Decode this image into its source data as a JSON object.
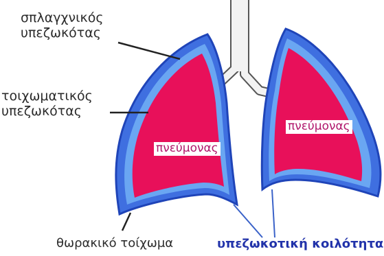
{
  "labels": {
    "visceral_pleura": "σπλαγχνικός\nυπεζωκότας",
    "parietal_pleura": "τοιχωματικός\nυπεζωκότας",
    "lung_left": "πνεύμονας",
    "lung_right": "πνεύμονας",
    "thoracic_wall": "θωρακικό τοίχωμα",
    "pleural_cavity": "υπεζωκοτική κοιλότητα"
  },
  "colors": {
    "lung_fill": "#e8105a",
    "pleura_blue": "#2a5ad8",
    "pleura_light": "#5aa0f0",
    "trachea_outline": "#555555",
    "label_dark": "#2b2b2b",
    "lung_label": "#b0156a",
    "cavity_label": "#2233aa"
  }
}
